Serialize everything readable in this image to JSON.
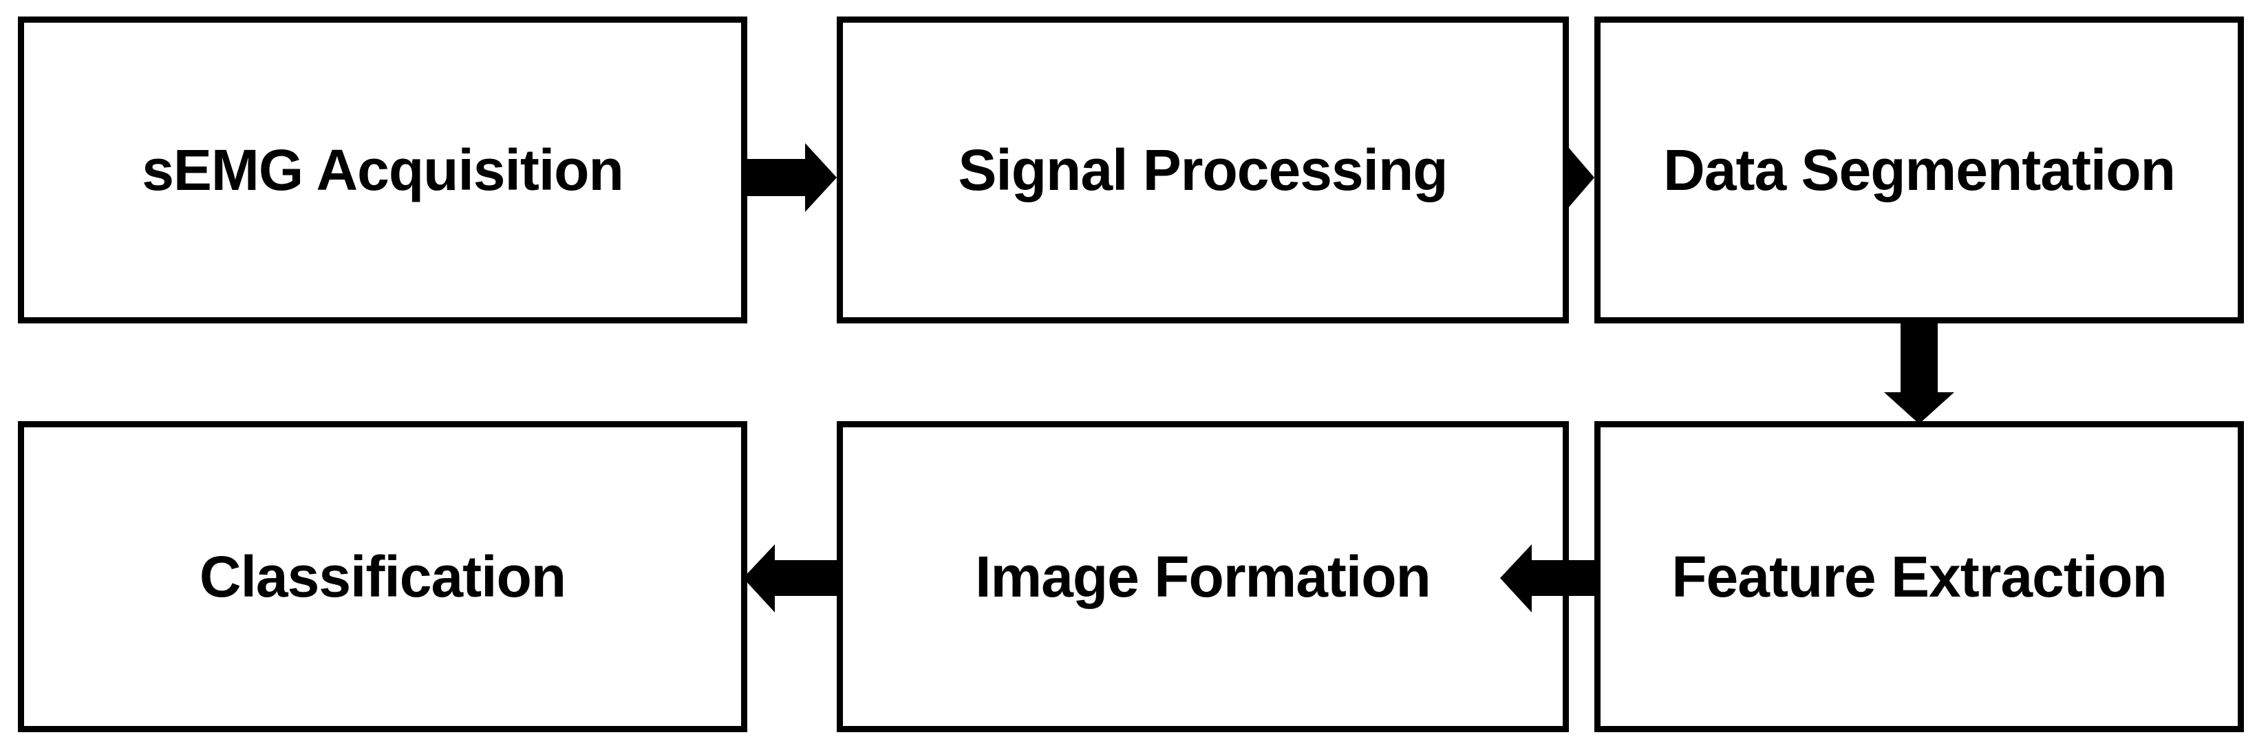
{
  "diagram": {
    "steps": [
      {
        "label": "sEMG Acquisition"
      },
      {
        "label": "Signal Processing"
      },
      {
        "label": "Data Segmentation"
      },
      {
        "label": "Feature Extraction"
      },
      {
        "label": "Image Formation"
      },
      {
        "label": "Classification"
      }
    ],
    "colors": {
      "stroke": "#000000",
      "background": "#ffffff"
    }
  }
}
